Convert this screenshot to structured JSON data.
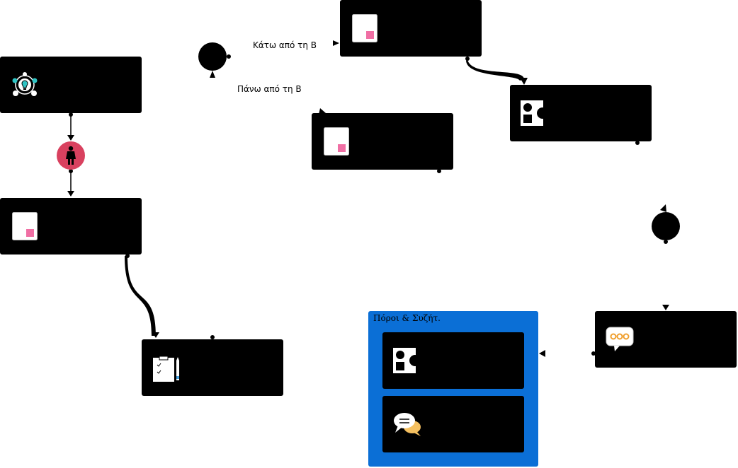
{
  "diagram": {
    "group": {
      "title": "Πόροι & Συζήτ."
    },
    "edge_labels": {
      "below_b": "Κάτω από τη Β",
      "above_b": "Πάνω από τη Β"
    },
    "nodes": [
      {
        "id": "n-idea",
        "icon": "lightbulb-network-icon"
      },
      {
        "id": "n-doc-left",
        "icon": "document-icon"
      },
      {
        "id": "n-checklist",
        "icon": "clipboard-checklist-icon"
      },
      {
        "id": "n-doc-top",
        "icon": "document-icon"
      },
      {
        "id": "n-doc-mid",
        "icon": "document-icon"
      },
      {
        "id": "n-shapes-right",
        "icon": "shapes-icon"
      },
      {
        "id": "n-chat-right",
        "icon": "speech-bubble-icon"
      },
      {
        "id": "n-shapes-group",
        "icon": "shapes-icon"
      },
      {
        "id": "n-discussion-group",
        "icon": "discussion-bubbles-icon"
      }
    ],
    "events": [
      {
        "id": "e-person",
        "icon": "person-icon",
        "color": "#d9415f"
      },
      {
        "id": "e-top",
        "icon": "event-circle-icon",
        "color": "#000000"
      },
      {
        "id": "e-right",
        "icon": "event-circle-icon",
        "color": "#000000"
      }
    ],
    "colors": {
      "group_fill": "#0b6fd6",
      "doc_accent": "#f06fa4",
      "person_fill": "#d9415f",
      "chat_dots": "#f0a030",
      "lightbulb": "#2fc4c4"
    }
  }
}
